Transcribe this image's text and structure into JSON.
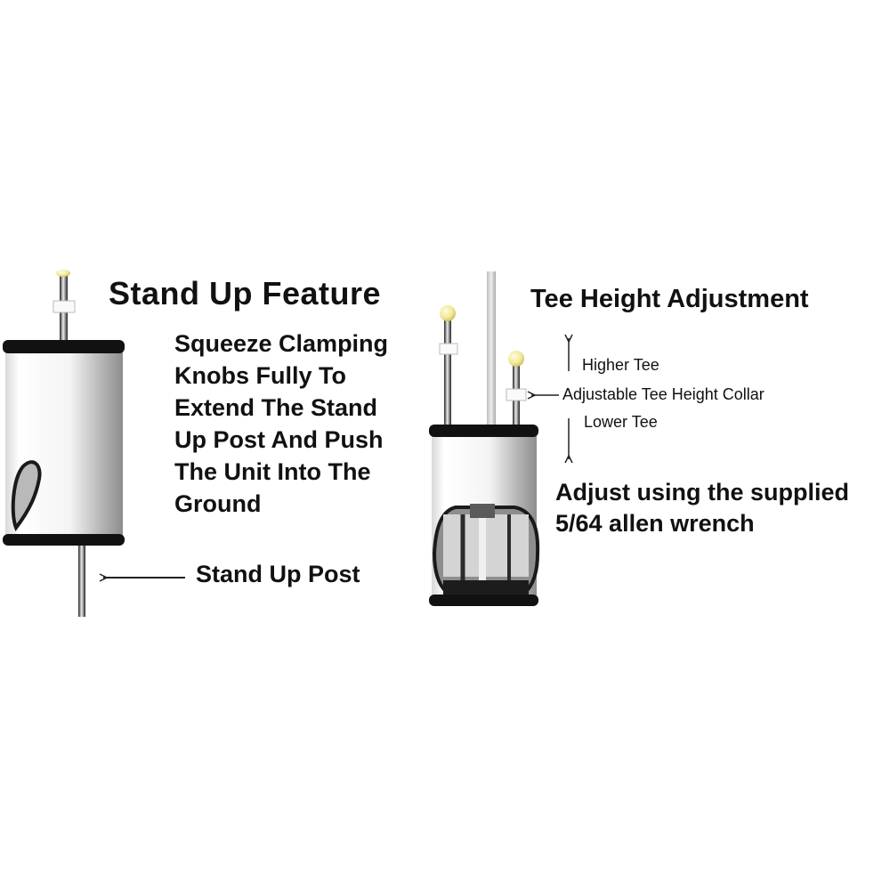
{
  "left_panel": {
    "title": "Stand Up Feature",
    "instructions": "Squeeze Clamping\nKnobs Fully To\nExtend The Stand\nUp Post And Push\nThe Unit Into The\nGround",
    "post_label": "Stand Up Post"
  },
  "right_panel": {
    "title": "Tee Height Adjustment",
    "higher_label": "Higher Tee",
    "collar_label": "Adjustable Tee Height Collar",
    "lower_label": "Lower Tee",
    "adjust_note": "Adjust using the supplied\n5/64 allen wrench"
  },
  "colors": {
    "background": "#ffffff",
    "text": "#111111",
    "tee_ball": "#f3ea9a",
    "band": "#111111"
  }
}
